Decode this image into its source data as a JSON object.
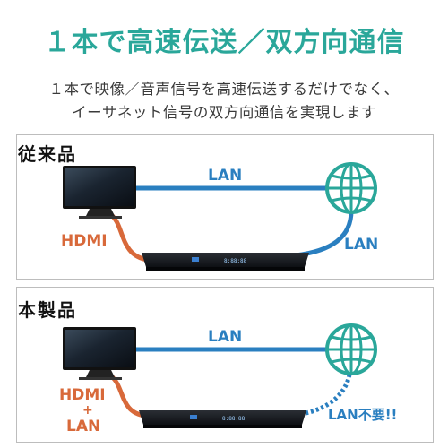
{
  "headline": "１本で高速伝送／双方向通信",
  "subtitle_line1": "１本で映像／音声信号を高速伝送するだけでなく、",
  "subtitle_line2": "イーサネット信号の双方向通信を実現します",
  "panel_legacy": {
    "title": "従来品",
    "lan_top": "LAN",
    "hdmi": "HDMI",
    "lan_right": "LAN"
  },
  "panel_new": {
    "title": "本製品",
    "lan_top": "LAN",
    "hdmi_line1": "HDMI",
    "plus": "+",
    "hdmi_line2": "LAN",
    "lan_unneeded": "LAN不要!!"
  },
  "recorder_display": "8:88:88",
  "colors": {
    "accent": "#2aa79a",
    "lan_blue": "#2a7fc0",
    "hdmi_orange": "#d8693a",
    "globe_green": "#2aa79a",
    "dotted_blue": "#2a7fc0"
  },
  "icons": [
    "tv-icon",
    "globe-icon",
    "recorder-icon"
  ]
}
